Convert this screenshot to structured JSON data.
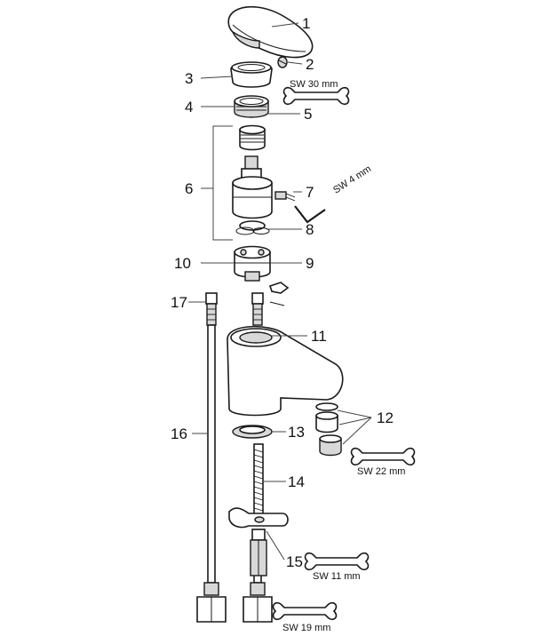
{
  "parts": [
    {
      "id": "1",
      "label": "1"
    },
    {
      "id": "2",
      "label": "2"
    },
    {
      "id": "3",
      "label": "3"
    },
    {
      "id": "4",
      "label": "4"
    },
    {
      "id": "5",
      "label": "5"
    },
    {
      "id": "6",
      "label": "6"
    },
    {
      "id": "7",
      "label": "7"
    },
    {
      "id": "8",
      "label": "8"
    },
    {
      "id": "9",
      "label": "9"
    },
    {
      "id": "10",
      "label": "10"
    },
    {
      "id": "11",
      "label": "11"
    },
    {
      "id": "12",
      "label": "12"
    },
    {
      "id": "13",
      "label": "13"
    },
    {
      "id": "14",
      "label": "14"
    },
    {
      "id": "15",
      "label": "15"
    },
    {
      "id": "16",
      "label": "16"
    },
    {
      "id": "17",
      "label": "17"
    }
  ],
  "tools": [
    {
      "id": "sw30",
      "label": "SW 30 mm"
    },
    {
      "id": "sw4",
      "label": "SW 4 mm"
    },
    {
      "id": "sw22",
      "label": "SW 22 mm"
    },
    {
      "id": "sw11",
      "label": "SW 11 mm"
    },
    {
      "id": "sw19",
      "label": "SW 19 mm"
    }
  ]
}
